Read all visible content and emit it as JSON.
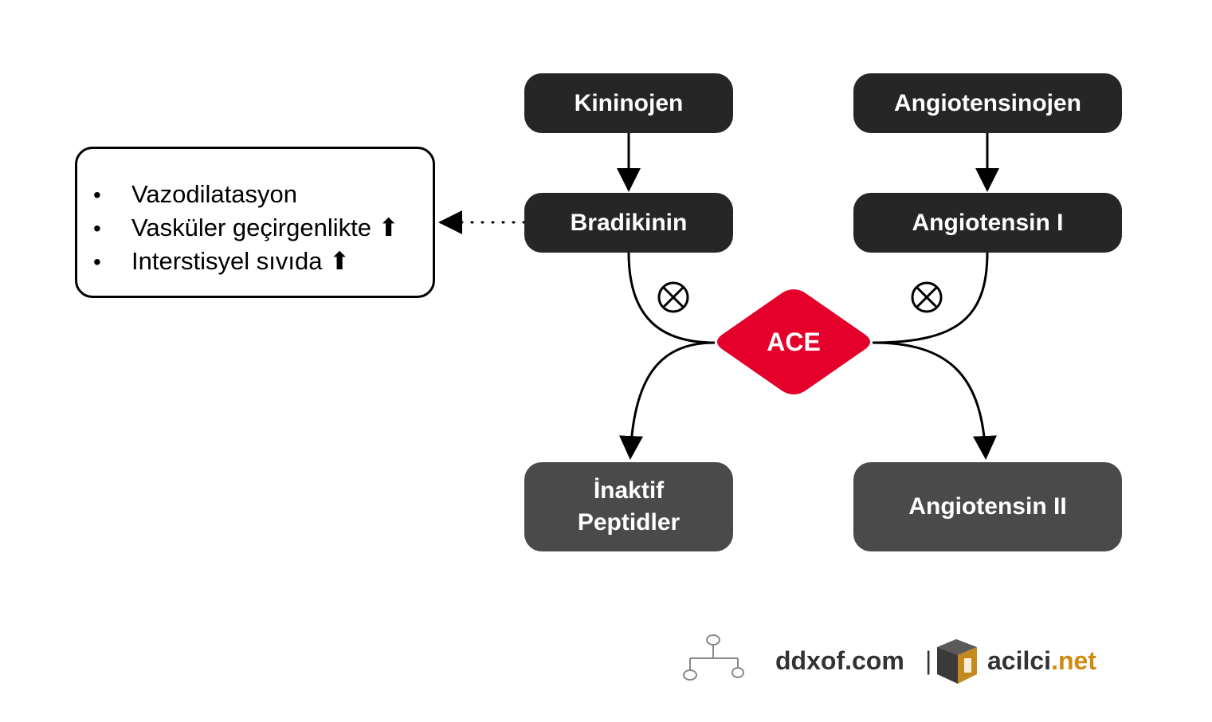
{
  "diagram": {
    "nodes": {
      "kininojen": "Kininojen",
      "angiotensinojen": "Angiotensinojen",
      "bradikinin": "Bradikinin",
      "angiotensin1": "Angiotensin I",
      "inaktif_line1": "İnaktif",
      "inaktif_line2": "Peptidler",
      "angiotensin2": "Angiotensin II",
      "ace": "ACE"
    },
    "effects": [
      {
        "bullet": "•",
        "text": "Vazodilatasyon"
      },
      {
        "bullet": "•",
        "text": "Vasküler geçirgenlikte ⬆"
      },
      {
        "bullet": "•",
        "text": "Interstisyel sıvıda ⬆"
      }
    ],
    "colors": {
      "dark_node": "#262626",
      "grey_node": "#4a4a4a",
      "ace": "#e4002b",
      "brand_accent": "#d08a10"
    }
  },
  "footer": {
    "site1": "ddxof.com",
    "separator": "|",
    "site2_name": "acilci",
    "site2_tld": ".net"
  }
}
